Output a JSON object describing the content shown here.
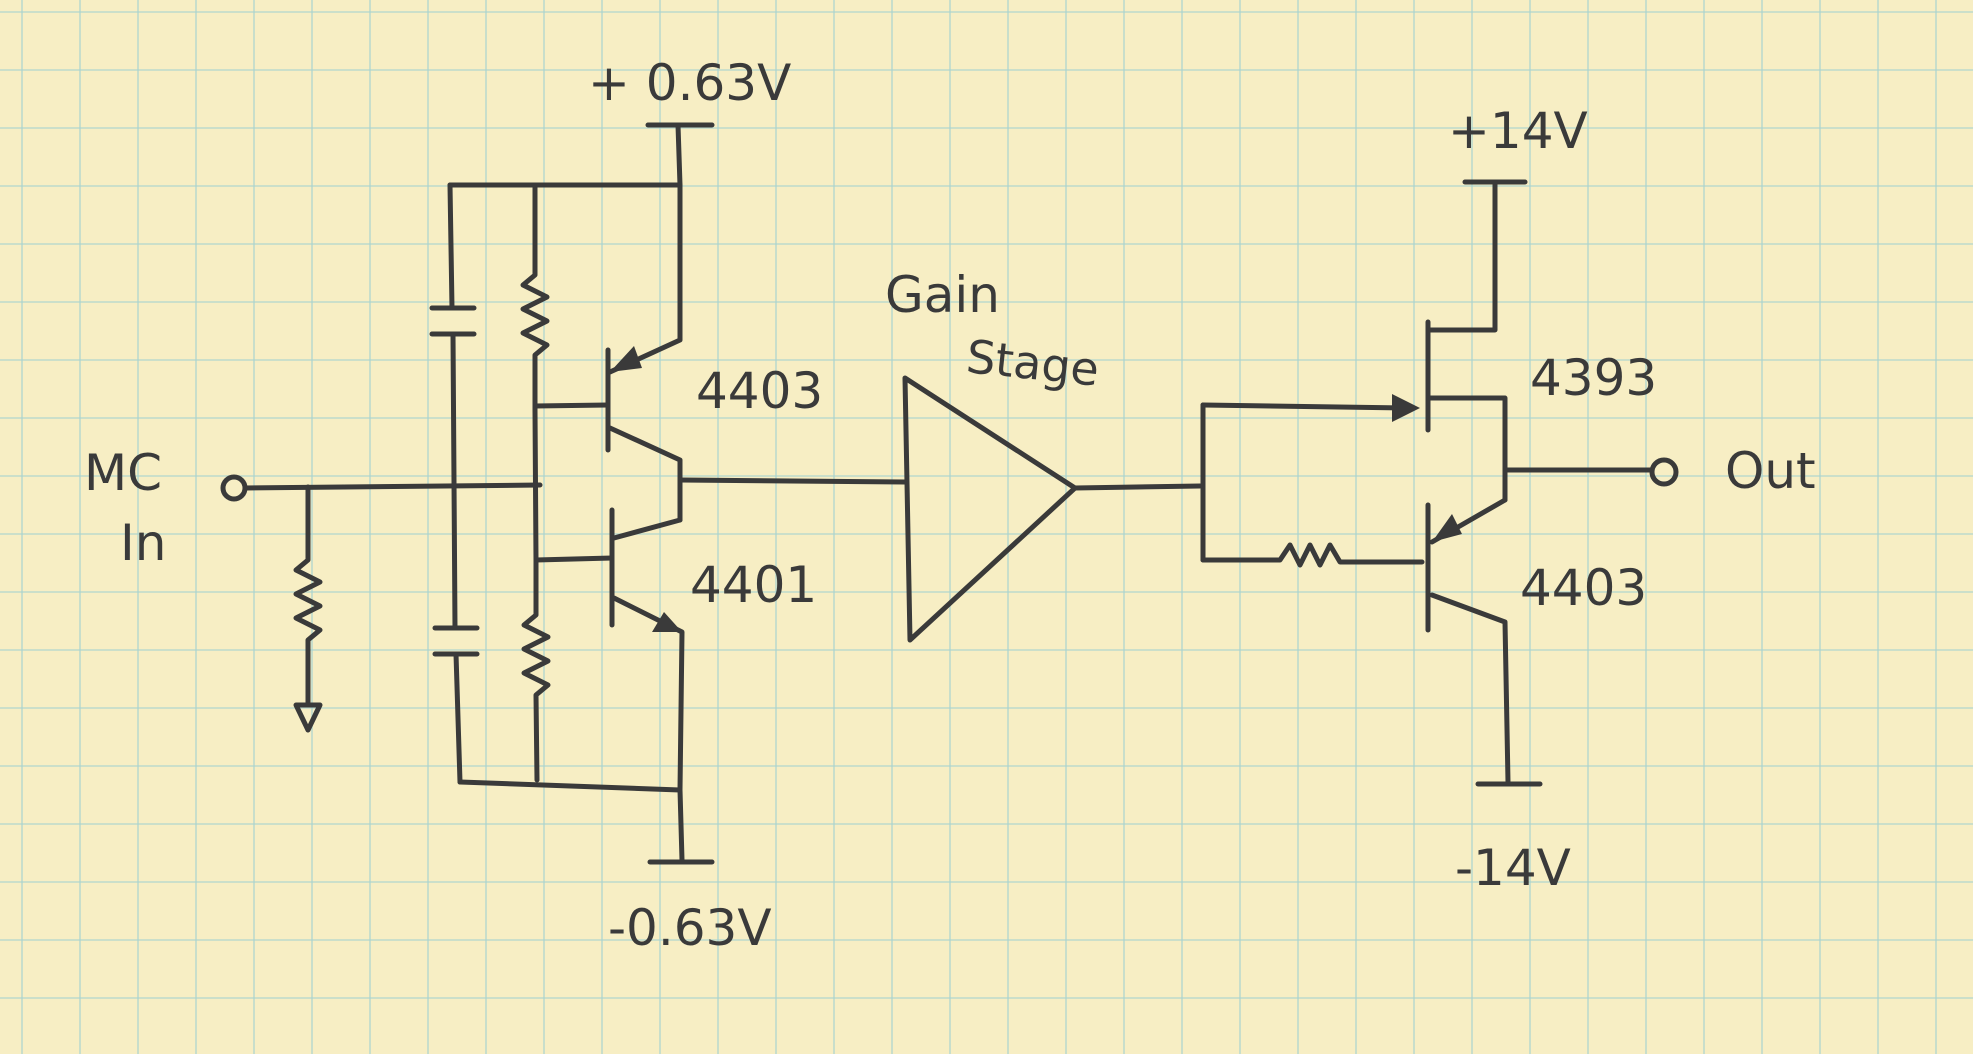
{
  "colors": {
    "paper": "#f7eec4",
    "grid": "#a9d4d0",
    "ink": "#3a3a3a"
  },
  "labels": {
    "input": "MC",
    "input2": "In",
    "supply_top_left": "+ 0.63V",
    "supply_bottom_left": "-0.63V",
    "q_top_left": "4403",
    "q_bottom_left": "4401",
    "gain_title_1": "Gain",
    "gain_title_2": "Stage",
    "q_top_right": "4393",
    "q_bottom_right": "4403",
    "supply_top_right": "+14V",
    "supply_bottom_right": "-14V",
    "output": "Out"
  }
}
